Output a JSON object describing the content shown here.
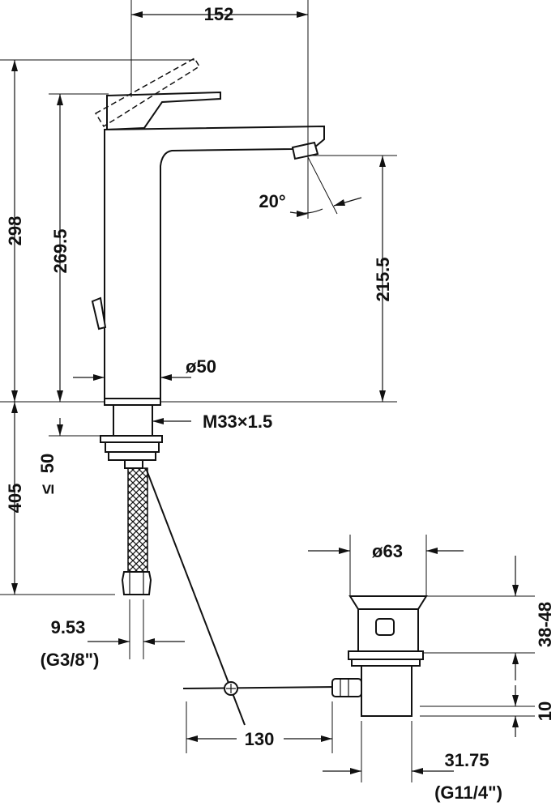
{
  "drawing": {
    "dimensions": {
      "d152": "152",
      "d298": "298",
      "d269": "269.5",
      "d215": "215.5",
      "d20deg": "20°",
      "d50dia": "ø50",
      "thread": "M33×1.5",
      "d405": "405",
      "d50max": "50",
      "d50max_symbol": "≤",
      "d953": "9.53",
      "d953_thread": "(G3/8\")",
      "d63dia": "ø63",
      "d3848": "38-48",
      "d10": "10",
      "d130": "130",
      "d3175": "31.75",
      "d3175_thread": "(G11/4\")"
    }
  }
}
